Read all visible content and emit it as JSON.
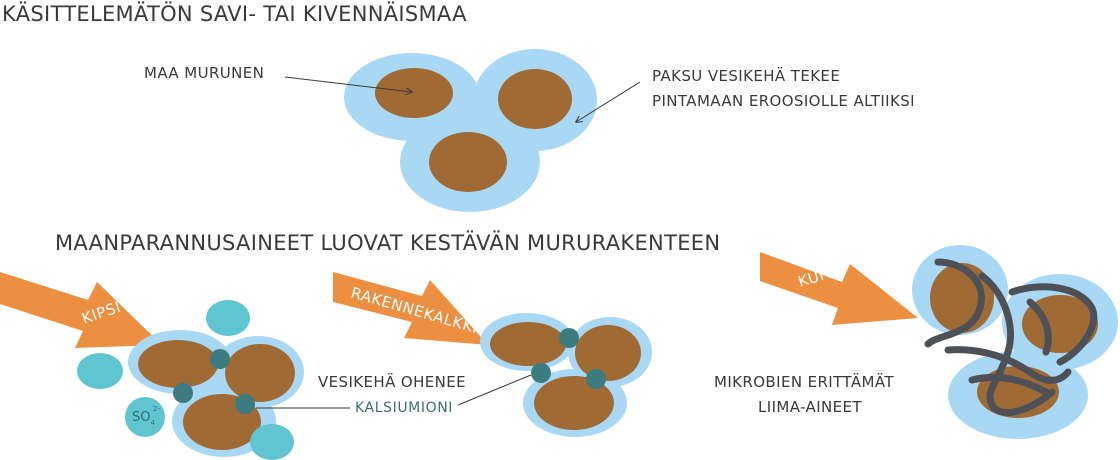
{
  "headings": {
    "untreated": "KÄSITTELEMÄTÖN  SAVI- TAI KIVENNÄISMAA",
    "improvers": "MAANPARANNUSAINEET LUOVAT KESTÄVÄN MURURAKENTEEN"
  },
  "labels": {
    "crumb": "MAA MURUNEN",
    "thick_film_line1": "PAKSU VESIKEHÄ TEKEE",
    "thick_film_line2": "PINTAMAAN EROOSIOLLE ALTIIKSI",
    "thin_film": "VESIKEHÄ OHENEE",
    "calcium_ion": "KALSIUMIONI",
    "microbes_line1": "MIKROBIEN ERITTÄMÄT",
    "microbes_line2": "LIIMA-AINEET",
    "sulfate": "SO",
    "sulfate_sub": "4",
    "sulfate_sup": "2-"
  },
  "arrows": {
    "gypsum": "KIPSI",
    "lime": "RAKENNEKALKKI",
    "fiber": "KUITU"
  },
  "colors": {
    "water_film": "#a9d8f5",
    "soil_crumb": "#a06a35",
    "calcium_ion": "#3c7c80",
    "sulfate_ion": "#5fc5d1",
    "arrow": "#ec8f40",
    "fiber_strand": "#4d5157",
    "text": "#3a3a3a"
  }
}
